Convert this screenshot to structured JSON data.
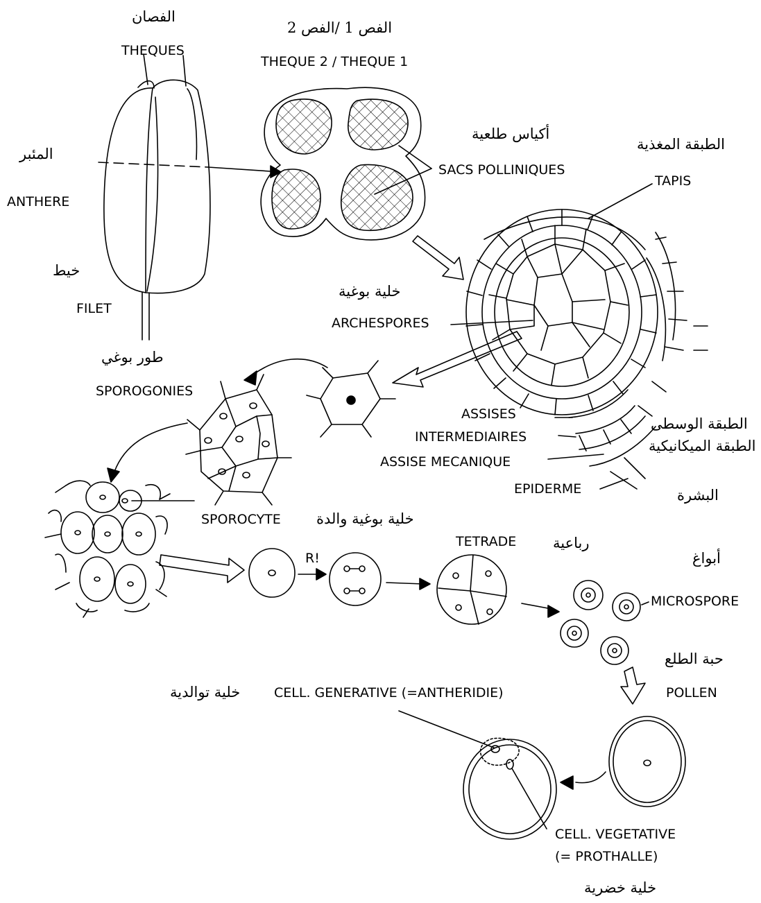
{
  "labels_fr": {
    "theques": "THEQUES",
    "theque_pair": "THEQUE 2 / THEQUE 1",
    "anthere": "ANTHERE",
    "filet": "FILET",
    "sacs": "SACS POLLINIQUES",
    "tapis": "TAPIS",
    "archespores": "ARCHESPORES",
    "sporogonies": "SPOROGONIES",
    "assises": "ASSISES",
    "intermediaires": "INTERMEDIAIRES",
    "assise_mecanique": "ASSISE MECANIQUE",
    "epiderme": "EPIDERME",
    "sporocyte": "SPOROCYTE",
    "r": "R!",
    "tetrade": "TETRADE",
    "microspore": "MICROSPORE",
    "pollen": "POLLEN",
    "cell_generative": "CELL. GENERATIVE (=ANTHERIDIE)",
    "cell_vegetative_1": "CELL. VEGETATIVE",
    "cell_vegetative_2": "(= PROTHALLE)"
  },
  "labels_ar": {
    "fasan": "الفصان",
    "fas_pair": "الفص 1 /الفص 2",
    "muabbar": "المئبر",
    "khayt": "خيط",
    "akyas": "أكياس طلعية",
    "tabaqa_mughadhiya": "الطبقة المغذية",
    "khaliya_bawghiya": "خلية بوغية",
    "tawr_bawghi": "طور بوغي",
    "tabaqa_wusta": "الطبقة الوسطى",
    "tabaqa_mikanikiya": "الطبقة الميكانيكية",
    "bashara": "البشرة",
    "khaliya_walida": "خلية بوغية والدة",
    "rubaiya": "رباعية",
    "abwagh": "أبواغ",
    "habbat_talaa": "حبة الطلع",
    "khaliya_tawalludiya": "خلية توالدية",
    "khaliya_khudriya": "خلية خضرية"
  }
}
